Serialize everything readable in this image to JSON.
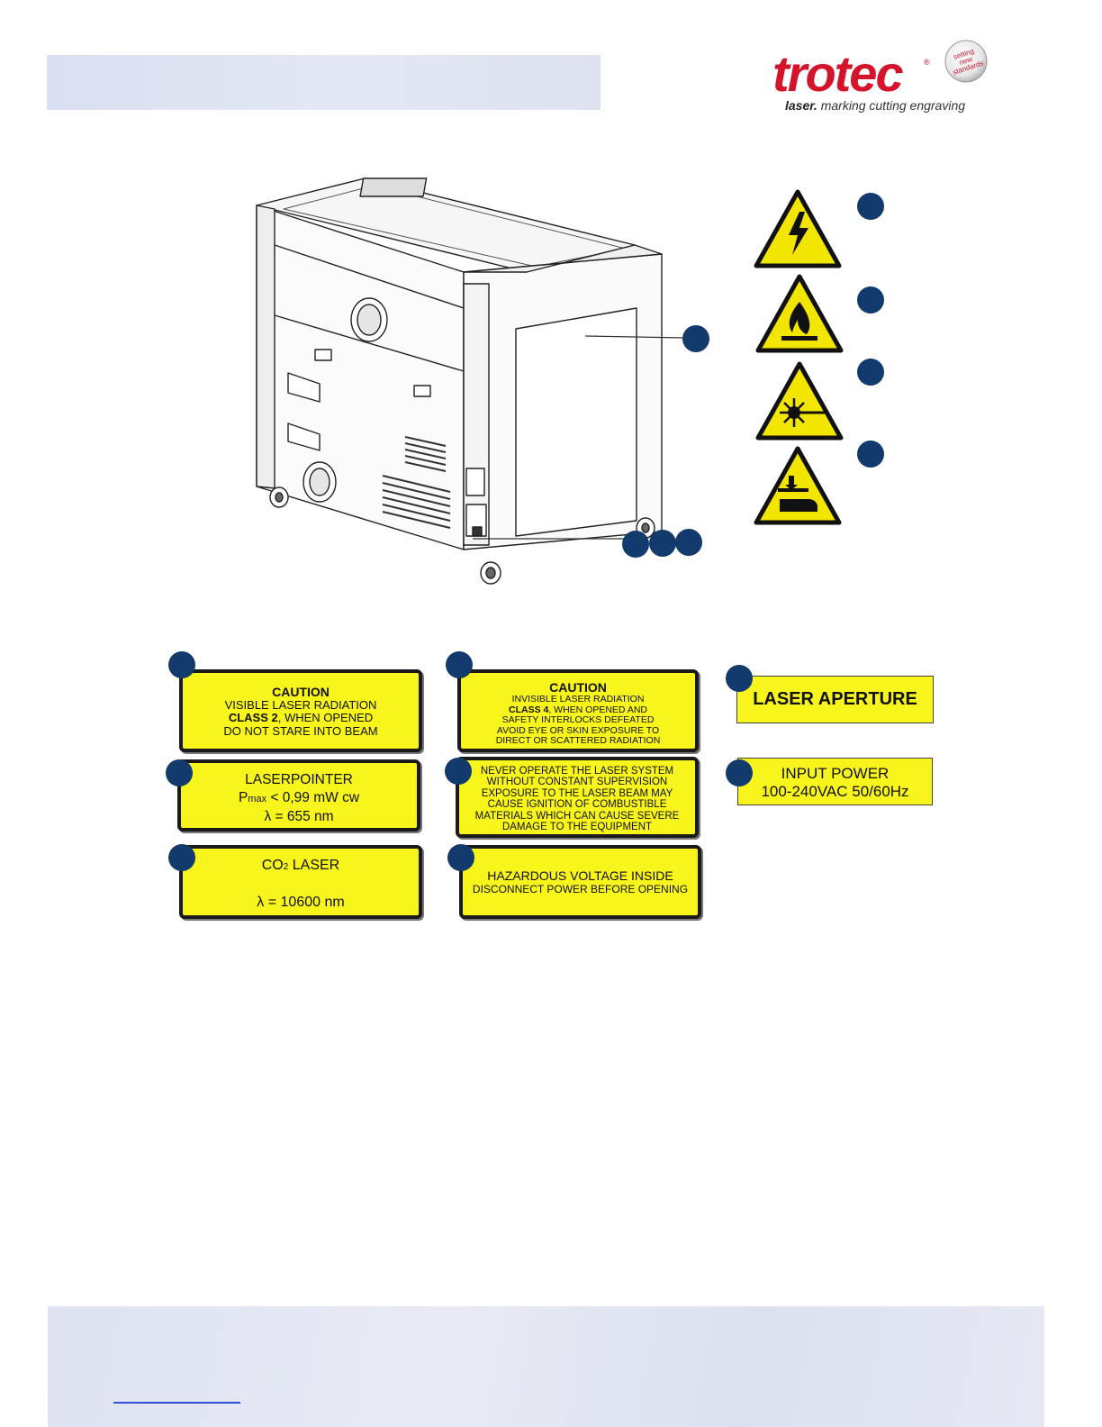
{
  "logo": {
    "brand": "trotec",
    "registered": "®",
    "tagline_bold": "laser.",
    "tagline_rest": " marking cutting engraving",
    "seal_lines": [
      "setting",
      "new",
      "standards"
    ]
  },
  "colors": {
    "brand_red": "#d4142a",
    "label_yellow": "#f7f51c",
    "marker_navy": "#133a6c",
    "header_band": "#dde2f1"
  },
  "warning_symbols": [
    {
      "icon": "electric-shock-warning-icon"
    },
    {
      "icon": "flammable-warning-icon"
    },
    {
      "icon": "laser-beam-warning-icon"
    },
    {
      "icon": "hand-crush-warning-icon"
    }
  ],
  "labels": {
    "caution_class2": {
      "title": "CAUTION",
      "line1": "VISIBLE LASER RADIATION",
      "line2_bold": "CLASS 2",
      "line2_rest": ", WHEN OPENED",
      "line3": "DO NOT STARE INTO BEAM"
    },
    "caution_class4": {
      "title": "CAUTION",
      "line1": "INVISIBLE LASER RADIATION",
      "line2_bold": "CLASS 4",
      "line2_rest": ", WHEN OPENED AND",
      "line3": "SAFETY  INTERLOCKS DEFEATED",
      "line4": "AVOID EYE OR SKIN EXPOSURE TO",
      "line5": "DIRECT OR SCATTERED RADIATION"
    },
    "laser_aperture": {
      "text": "LASER APERTURE"
    },
    "laserpointer": {
      "title": "LASERPOINTER",
      "p_prefix": "P",
      "p_sub": "max",
      "p_rest": " < 0,99 mW cw",
      "wavelength": "λ = 655 nm"
    },
    "never_operate": {
      "line1": "NEVER OPERATE THE LASER SYSTEM",
      "line2": "WITHOUT CONSTANT SUPERVISION",
      "line3": "EXPOSURE TO THE LASER BEAM MAY",
      "line4": "CAUSE IGNITION OF COMBUSTIBLE",
      "line5": "MATERIALS WHICH CAN CAUSE SEVERE",
      "line6": "DAMAGE TO THE EQUIPMENT"
    },
    "input_power": {
      "line1": "INPUT POWER",
      "line2": "100-240VAC 50/60Hz"
    },
    "co2_laser": {
      "prefix": "CO",
      "sub": "2",
      "rest": " LASER",
      "wavelength": "λ = 10600 nm"
    },
    "hazardous_voltage": {
      "line1": "HAZARDOUS VOLTAGE INSIDE",
      "line2": "DISCONNECT POWER BEFORE OPENING"
    }
  }
}
